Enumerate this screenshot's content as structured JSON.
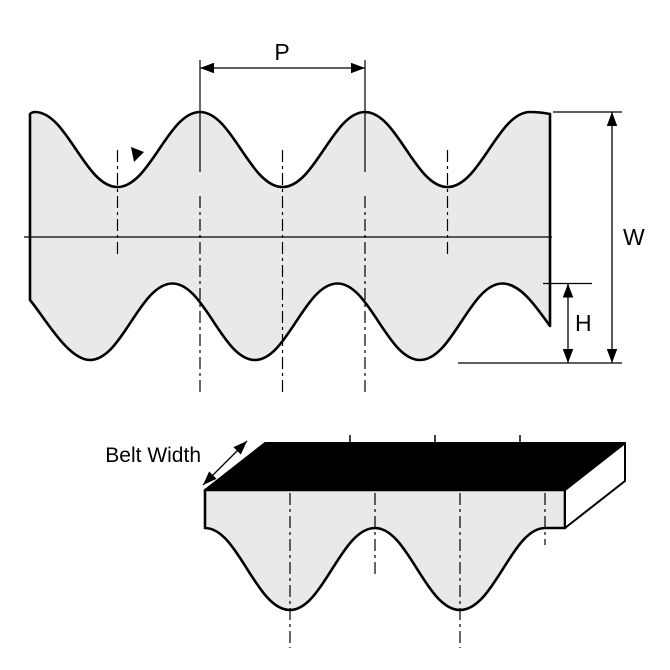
{
  "diagram": {
    "type": "technical-drawing",
    "subject": "Double-sided timing belt tooth profile with dimensions and perspective view",
    "labels": {
      "pitch": "P",
      "overall_width": "W",
      "tooth_height": "H",
      "belt_width": "Belt Width"
    },
    "colors": {
      "belt_fill": "#e9e9e9",
      "outline": "#000000",
      "top_face_fill": "#000000",
      "side_face_fill": "#ffffff",
      "background": "#ffffff"
    }
  }
}
